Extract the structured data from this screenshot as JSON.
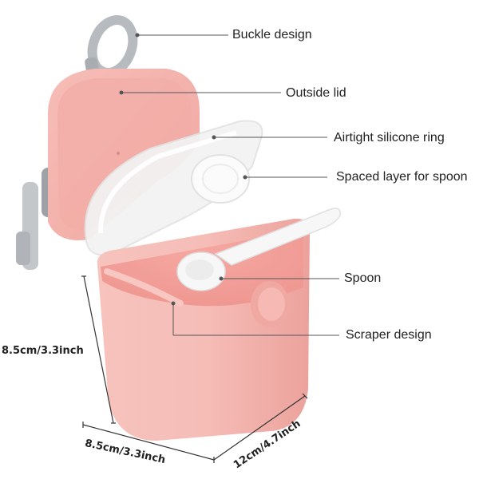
{
  "callouts": {
    "buckle": "Buckle design",
    "outside_lid": "Outside lid",
    "silicone_ring": "Airtight silicone ring",
    "spoon_layer": "Spaced layer for spoon",
    "spoon": "Spoon",
    "scraper": "Scraper design"
  },
  "dimensions": {
    "height": "8.5cm/3.3inch",
    "width": "8.5cm/3.3inch",
    "depth": "12cm/4.7inch"
  },
  "colors": {
    "body_pink": "#f4b8b2",
    "lid_pink": "#f2aaa6",
    "clear_lid": "#f3f3f3",
    "spoon_white": "#f7f7f7",
    "buckle_grey": "#b5b9bd"
  }
}
